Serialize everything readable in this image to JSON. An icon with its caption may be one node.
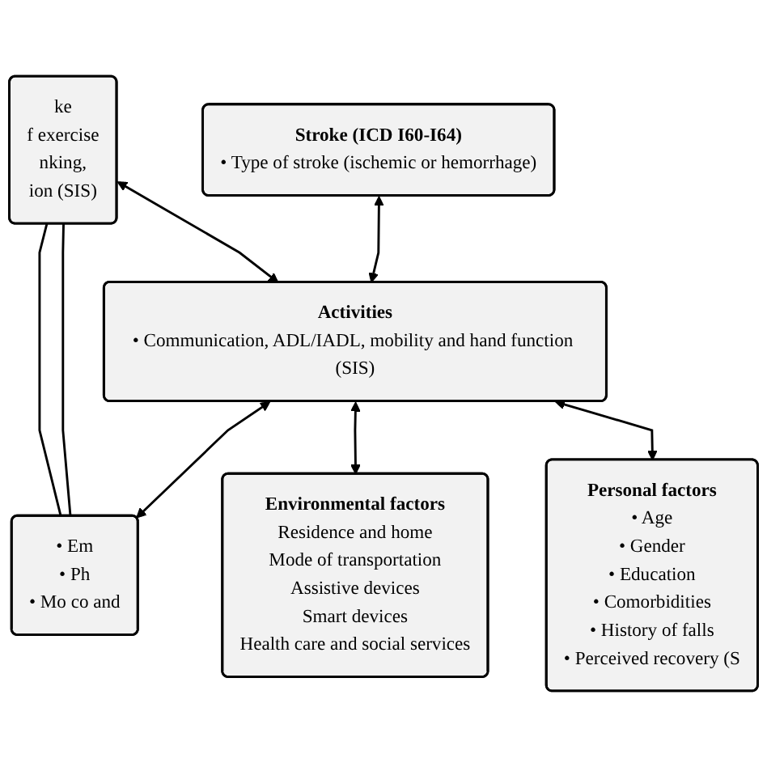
{
  "diagram": {
    "nodes": [
      {
        "text": [
          "Stroke (ICD I60-I64)",
          "• Type of stroke (ischemic or hemorrhage)"
        ]
      },
      {
        "text": [
          "ke",
          "f exercise",
          "nking,",
          "ion (SIS)"
        ]
      },
      {
        "text": [
          "Activities",
          "• Communication, ADL/IADL, mobility and hand function (SIS)"
        ]
      },
      {
        "text": [
          "• Em",
          "• Ph",
          "• Mo co and"
        ]
      },
      {
        "text": [
          "Environmental factors",
          "Residence and home",
          "Mode of transportation",
          "Assistive devices",
          "Smart devices",
          "Health care and social services"
        ]
      },
      {
        "text": [
          "Personal factors",
          "• Age",
          "• Gender",
          "• Education",
          "• Comorbidities",
          "• History of falls",
          "• Perceived recovery (S"
        ]
      }
    ],
    "edges": [
      {
        "from": 0,
        "to": 2,
        "arrow": "both"
      },
      {
        "from": 1,
        "to": 2,
        "arrow": "both"
      },
      {
        "from": 2,
        "to": 3,
        "arrow": "both"
      },
      {
        "from": 2,
        "to": 4,
        "arrow": "both"
      },
      {
        "from": 2,
        "to": 5,
        "arrow": "both"
      },
      {
        "from": 1,
        "to": 3,
        "arrow": "none"
      },
      {
        "from": 1,
        "to": 3,
        "arrow": "none"
      }
    ]
  }
}
